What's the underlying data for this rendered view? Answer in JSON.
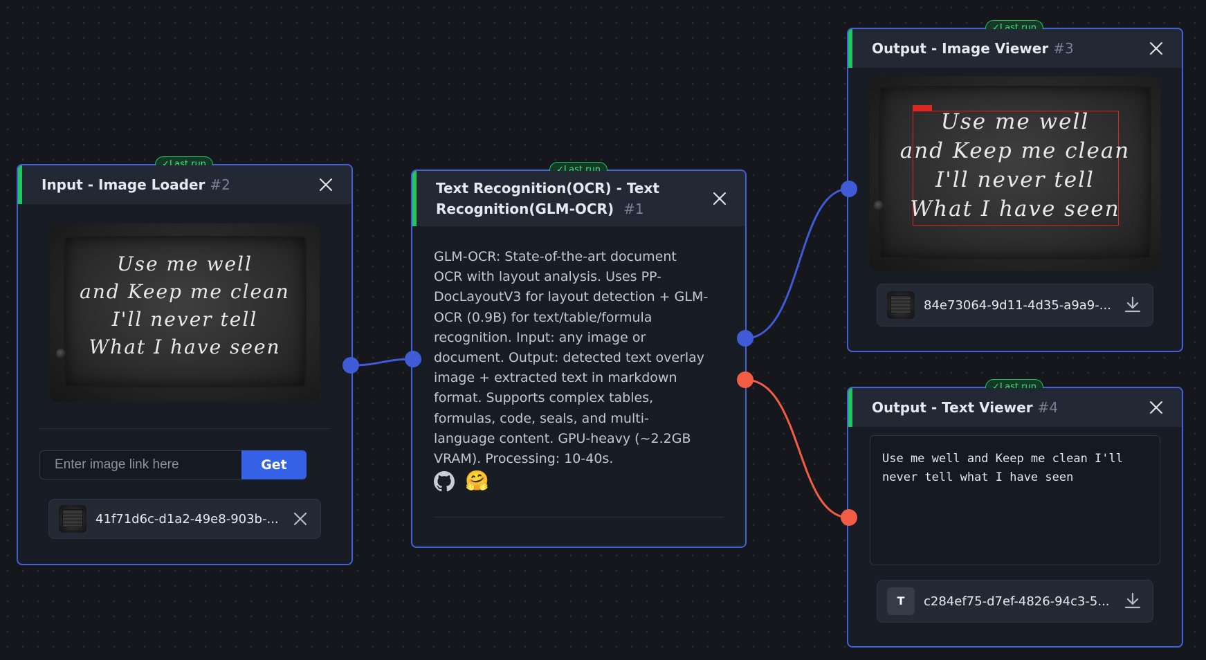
{
  "nodes": {
    "loader": {
      "title": "Input - Image Loader",
      "id": "#2",
      "badge": "✓Last run",
      "image_text": [
        "Use  me  well",
        "and  Keep  me  clean",
        "I'll  never  tell",
        "What  I  have  seen"
      ],
      "url_placeholder": "Enter image link here",
      "get_label": "Get",
      "file_name": "41f71d6c-d1a2-49e8-903b-..."
    },
    "ocr": {
      "title_line1": "Text Recognition(OCR) - Text",
      "title_line2": "Recognition(GLM-OCR)",
      "id": "#1",
      "badge": "✓Last run",
      "description": "GLM-OCR: State-of-the-art document OCR with layout analysis. Uses PP-DocLayoutV3 for layout detection + GLM-OCR (0.9B) for text/table/formula recognition. Input: any image or document. Output: detected text overlay image + extracted text in markdown format. Supports complex tables, formulas, code, seals, and multi-language content. GPU-heavy (~2.2GB VRAM). Processing: 10-40s.",
      "hf_emoji": "🤗"
    },
    "image_viewer": {
      "title": "Output - Image Viewer",
      "id": "#3",
      "badge": "✓Last run",
      "image_text": [
        "Use  me  well",
        "and  Keep  me  clean",
        "I'll  never  tell",
        "What  I  have  seen"
      ],
      "file_name": "84e73064-9d11-4d35-a9a9-..."
    },
    "text_viewer": {
      "title": "Output - Text Viewer",
      "id": "#4",
      "badge": "✓Last run",
      "text": "Use me well and Keep me clean I'll never tell what I have seen",
      "file_icon_letter": "T",
      "file_name": "c284ef75-d7ef-4826-94c3-5..."
    }
  },
  "colors": {
    "accent_blue": "#4361d8",
    "wire_blue": "#3f5bd5",
    "wire_red": "#f45d45",
    "status_green": "#22c55e"
  }
}
